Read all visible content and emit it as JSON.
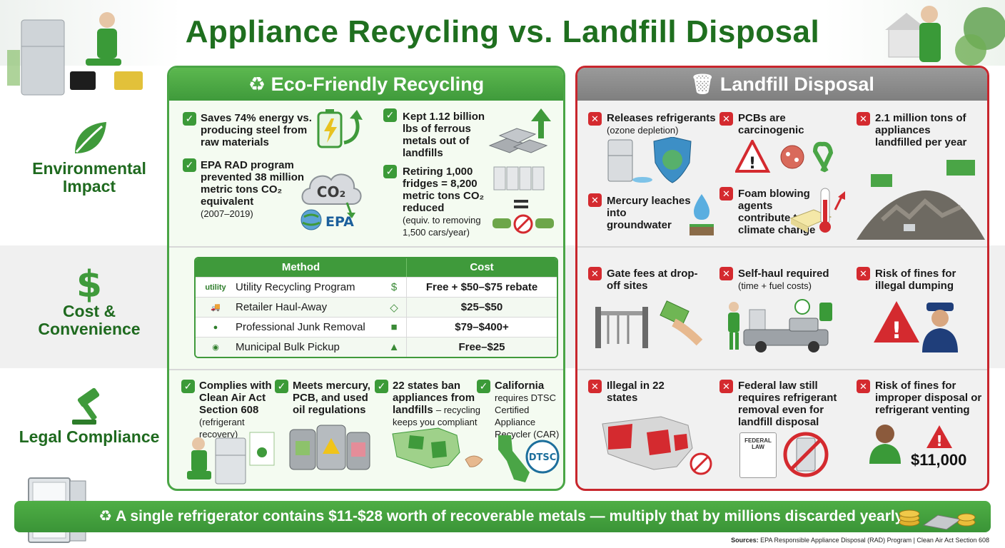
{
  "title": "Appliance Recycling vs. Landfill Disposal",
  "categories": {
    "environmental": "Environmental Impact",
    "cost": "Cost & Convenience",
    "legal": "Legal Compliance"
  },
  "recycling": {
    "header": "Eco-Friendly Recycling",
    "env": [
      {
        "text": "Saves 74% energy vs. producing steel from raw materials"
      },
      {
        "text": "Kept 1.12 billion lbs of ferrous metals out of landfills"
      },
      {
        "text": "EPA RAD program prevented 38 million metric tons CO₂ equivalent",
        "sub": "(2007–2019)"
      },
      {
        "text": "Retiring 1,000 fridges = 8,200 metric tons CO₂ reduced",
        "sub": "(equiv. to removing 1,500 cars/year)"
      }
    ],
    "icon_labels": {
      "co2": "CO₂",
      "epa": "EPA",
      "dtsc": "DTSC"
    },
    "table": {
      "headers": [
        "Method",
        "Cost"
      ],
      "rows": [
        {
          "logo": "utility",
          "method": "Utility Recycling Program",
          "cost": "Free + $50–$75 rebate"
        },
        {
          "logo": "",
          "method": "Retailer Haul-Away",
          "cost": "$25–$50"
        },
        {
          "logo": "",
          "method": "Professional Junk Removal",
          "cost": "$79–$400+"
        },
        {
          "logo": "",
          "method": "Municipal Bulk Pickup",
          "cost": "Free–$25"
        }
      ]
    },
    "legal": [
      {
        "text": "Complies with Clean Air Act Section 608",
        "sub": "(refrigerant recovery)"
      },
      {
        "text": "Meets mercury, PCB, and used oil regulations"
      },
      {
        "text": "22 states ban appliances from landfills",
        "sub": "– recycling keeps you compliant"
      },
      {
        "text": "California",
        "sub": "requires DTSC Certified Appliance Recycler (CAR)"
      }
    ]
  },
  "landfill": {
    "header": "Landfill Disposal",
    "env": [
      {
        "text": "Releases refrigerants",
        "sub": "(ozone depletion)"
      },
      {
        "text": "PCBs are carcinogenic"
      },
      {
        "text": "2.1 million tons of appliances landfilled per year"
      },
      {
        "text": "Mercury leaches into groundwater"
      },
      {
        "text": "Foam blowing agents contribute to climate change"
      }
    ],
    "cost": [
      {
        "text": "Gate fees at drop-off sites"
      },
      {
        "text": "Self-haul required",
        "sub": "(time + fuel costs)"
      },
      {
        "text": "Risk of fines for illegal dumping"
      }
    ],
    "legal": [
      {
        "text": "Illegal in 22 states"
      },
      {
        "text": "Federal law still requires refrigerant removal even for landfill disposal"
      },
      {
        "text": "Risk of fines for improper disposal or refrigerant venting"
      }
    ],
    "fine_amount": "$11,000",
    "law_doc": "FEDERAL LAW"
  },
  "footer": "A single refrigerator contains $11-$28 worth of recoverable metals — multiply that by millions discarded yearly.",
  "sources": {
    "label": "Sources:",
    "text": "EPA Responsible Appliance Disposal (RAD) Program | Clean Air Act Section 608"
  },
  "colors": {
    "green": "#3f9a3b",
    "dark_green": "#1f6f1f",
    "red": "#d42a2f",
    "gray_header": "#888888"
  }
}
